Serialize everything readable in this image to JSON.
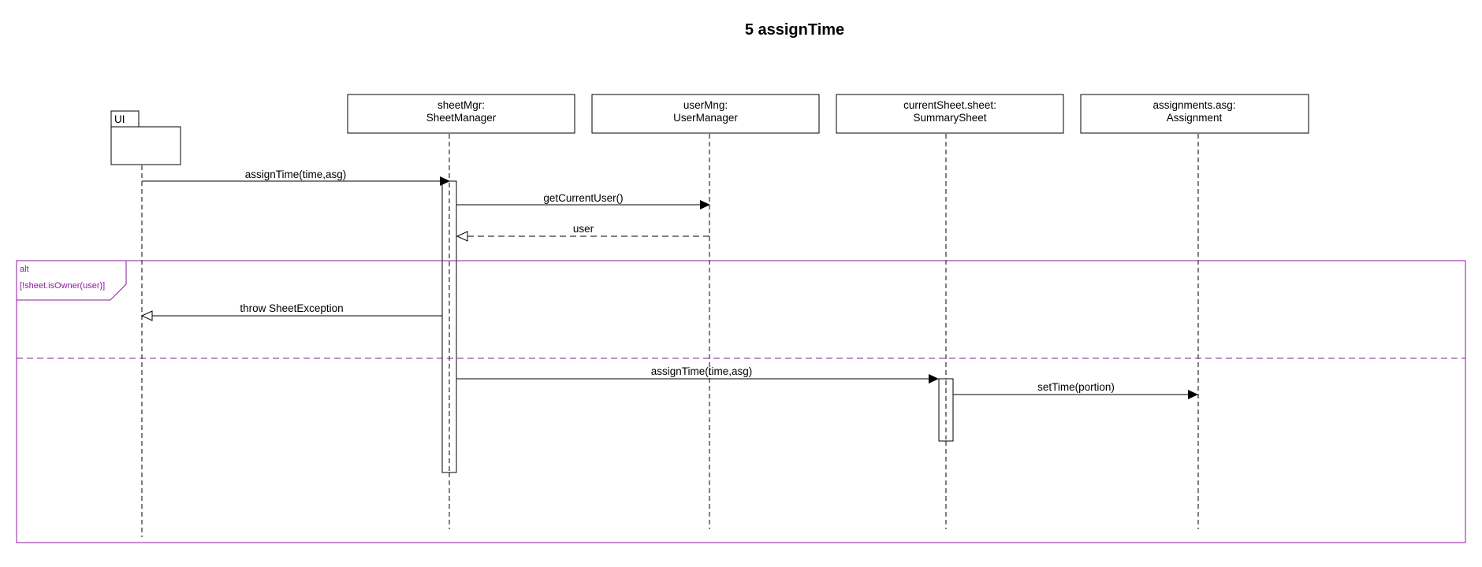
{
  "diagram": {
    "title": "5 assignTime",
    "participants": [
      {
        "id": "ui",
        "name": "UI",
        "kind": "package"
      },
      {
        "id": "sheetMgr",
        "line1": "sheetMgr:",
        "line2": "SheetManager"
      },
      {
        "id": "userMng",
        "line1": "userMng:",
        "line2": "UserManager"
      },
      {
        "id": "currentSheet",
        "line1": "currentSheet.sheet:",
        "line2": "SummarySheet"
      },
      {
        "id": "assignments",
        "line1": "assignments.asg:",
        "line2": "Assignment"
      }
    ],
    "messages": [
      {
        "from": "ui",
        "to": "sheetMgr",
        "label": "assignTime(time,asg)",
        "kind": "sync"
      },
      {
        "from": "sheetMgr",
        "to": "userMng",
        "label": "getCurrentUser()",
        "kind": "sync"
      },
      {
        "from": "userMng",
        "to": "sheetMgr",
        "label": "user",
        "kind": "return"
      },
      {
        "from": "sheetMgr",
        "to": "ui",
        "label": "throw SheetException",
        "kind": "exception"
      },
      {
        "from": "sheetMgr",
        "to": "currentSheet",
        "label": "assignTime(time,asg)",
        "kind": "sync"
      },
      {
        "from": "currentSheet",
        "to": "assignments",
        "label": "setTime(portion)",
        "kind": "sync"
      }
    ],
    "fragment": {
      "operator": "alt",
      "guard": "[!sheet.isOwner(user)]",
      "color": "#8B1A9C"
    }
  }
}
